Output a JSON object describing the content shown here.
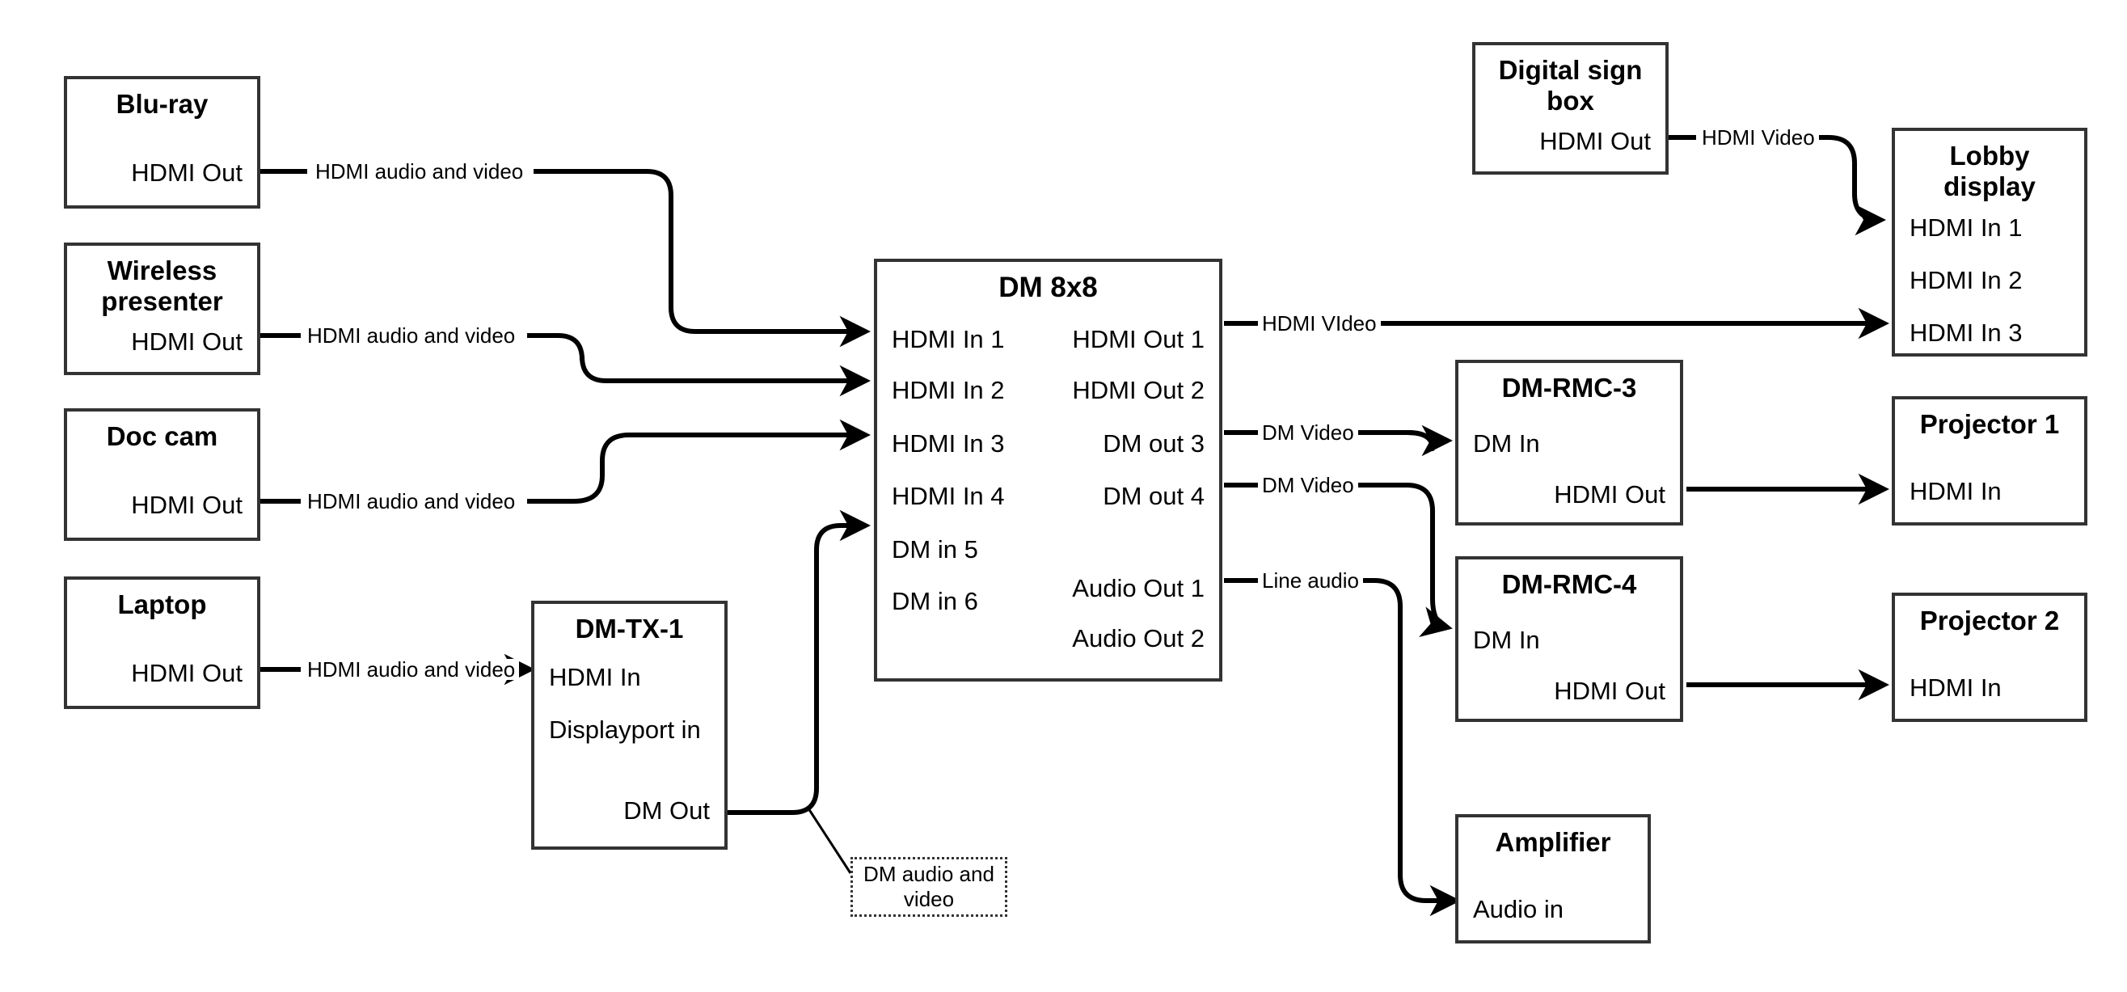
{
  "diagram": {
    "title": "AV signal flow diagram",
    "stroke_color": "#333333",
    "text_color": "#000000",
    "background": "#ffffff"
  },
  "nodes": {
    "bluray": {
      "title": "Blu-ray",
      "ports": {
        "out1": "HDMI Out"
      }
    },
    "wireless": {
      "title": "Wireless\npresenter",
      "title_l1": "Wireless",
      "title_l2": "presenter",
      "ports": {
        "out1": "HDMI Out"
      }
    },
    "doccam": {
      "title": "Doc cam",
      "ports": {
        "out1": "HDMI Out"
      }
    },
    "laptop": {
      "title": "Laptop",
      "ports": {
        "out1": "HDMI Out"
      }
    },
    "dmtx1": {
      "title": "DM-TX-1",
      "ports": {
        "in1": "HDMI In",
        "in2": "Displayport in",
        "out1": "DM Out"
      }
    },
    "dm8x8": {
      "title": "DM 8x8",
      "inputs": [
        "HDMI In 1",
        "HDMI In 2",
        "HDMI In 3",
        "HDMI In 4",
        "DM in 5",
        "DM in 6"
      ],
      "outputs": [
        "HDMI Out 1",
        "HDMI Out 2",
        "DM out 3",
        "DM out 4",
        "Audio Out 1",
        "Audio Out 2"
      ]
    },
    "digitalsign": {
      "title_l1": "Digital sign",
      "title_l2": "box",
      "ports": {
        "out1": "HDMI Out"
      }
    },
    "lobby": {
      "title_l1": "Lobby",
      "title_l2": "display",
      "inputs": [
        "HDMI In 1",
        "HDMI In 2",
        "HDMI In 3"
      ]
    },
    "dmrmc3": {
      "title": "DM-RMC-3",
      "ports": {
        "in1": "DM In",
        "out1": "HDMI Out"
      }
    },
    "dmrmc4": {
      "title": "DM-RMC-4",
      "ports": {
        "in1": "DM In",
        "out1": "HDMI Out"
      }
    },
    "projector1": {
      "title": "Projector 1",
      "ports": {
        "in1": "HDMI In"
      }
    },
    "projector2": {
      "title": "Projector 2",
      "ports": {
        "in1": "HDMI In"
      }
    },
    "amplifier": {
      "title": "Amplifier",
      "ports": {
        "in1": "Audio in"
      }
    }
  },
  "edge_labels": {
    "bluray_to_dm": "HDMI audio and video",
    "wireless_to_dm": "HDMI audio and video",
    "doccam_to_dm": "HDMI audio and video",
    "laptop_to_dmtx1": "HDMI audio and video",
    "dm_to_lobby": "HDMI VIdeo",
    "dm_to_rmc3": "DM Video",
    "dm_to_rmc4": "DM Video",
    "dm_to_amp": "Line audio",
    "sign_to_lobby": "HDMI Video"
  },
  "notes": {
    "dmtx_note_l1": "DM audio and",
    "dmtx_note_l2": "video"
  }
}
